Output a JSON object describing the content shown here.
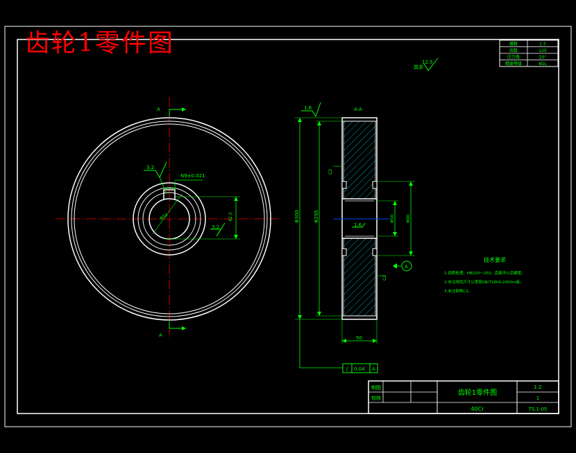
{
  "title": "齿轮1零件图",
  "param_table": [
    {
      "name": "模数",
      "value": "2.5"
    },
    {
      "name": "齿数",
      "value": "120"
    },
    {
      "name": "压力角",
      "value": "20°"
    },
    {
      "name": "精度等级",
      "value": "8GL"
    }
  ],
  "labels": {
    "section_mark_top": "A",
    "section_mark_bottom": "A",
    "section_title": "A-A",
    "roughness_general": "12.5",
    "roughness_general_suffix": "其余",
    "roughness_face": "1.6",
    "roughness_hub": "3.2",
    "roughness_keyway": "3.2",
    "roughness_bore": "1.6",
    "keyway_tolerance": "N9±0.021",
    "keyway_depth": "42.3",
    "bore_dia": "Φ50",
    "outer_dia": "Φ300",
    "root_dia": "Φ295",
    "hub_bore": "Φ50",
    "hub_outer": "Φ80",
    "width": "50",
    "datum": "A",
    "tol_symbol": "/",
    "tol_value": "0.04",
    "tol_datum": "A",
    "chamfer_top": "C2",
    "chamfer_bottom": "C2"
  },
  "tech_req": {
    "heading": "技术要求",
    "items": [
      "1.调质处理，HB220～250，齿面淬火后硬度。",
      "2.未注线性尺寸公差按GB/T1804-2000m级。",
      "3.未注倒角C2。"
    ]
  },
  "title_block": {
    "draw_label": "制图",
    "check_label": "校核",
    "name": "齿轮1零件图",
    "scale": "1:2",
    "qty": "1",
    "material": "40Cr",
    "drawing_no": "TS.1-05"
  },
  "colors": {
    "background": "#000000",
    "lines": "#ffffff",
    "dims": "#00ff00",
    "center": "#ff0000",
    "title": "#ff0000",
    "hatch": "#00cccc"
  }
}
